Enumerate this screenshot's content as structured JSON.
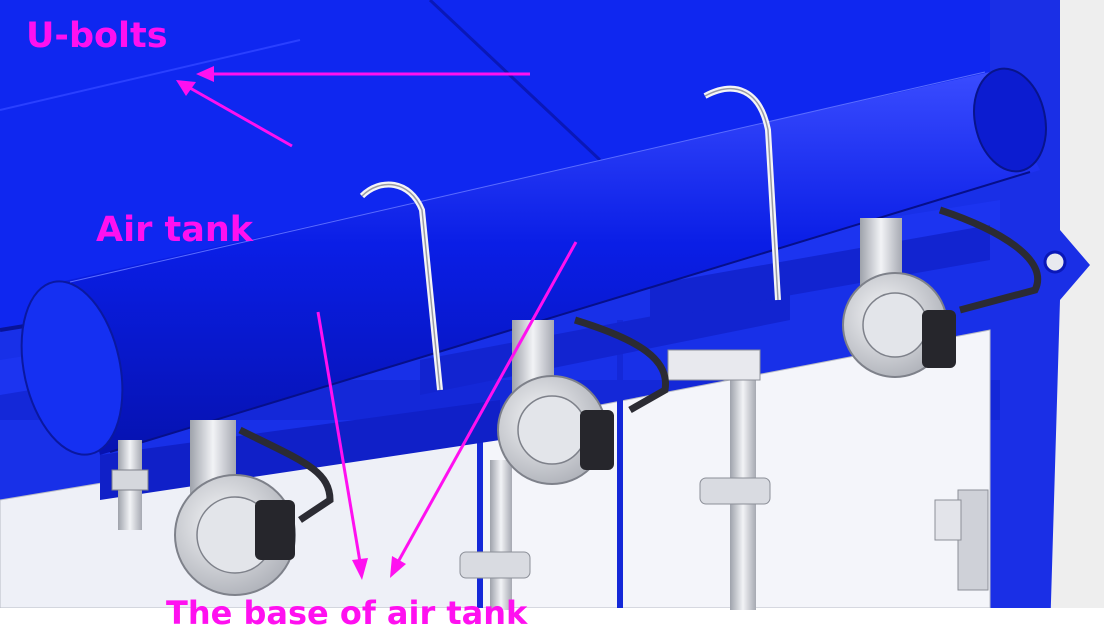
{
  "labels": {
    "u_bolts": "U-bolts",
    "air_tank": "Air tank",
    "tank_base": "The base of air tank"
  },
  "colors": {
    "annotation": "#ff10f0",
    "tank_blue": "#0a1ee6",
    "frame_blue": "#1830e8",
    "panel_white": "#f4f5fa",
    "metal_grey": "#c9cbd2",
    "hose_dark": "#2b2b33"
  },
  "parts": [
    "air-tank",
    "u-bolt",
    "u-bolt",
    "pulse-valve",
    "pulse-valve",
    "pulse-valve",
    "hinge",
    "support-pipe"
  ]
}
